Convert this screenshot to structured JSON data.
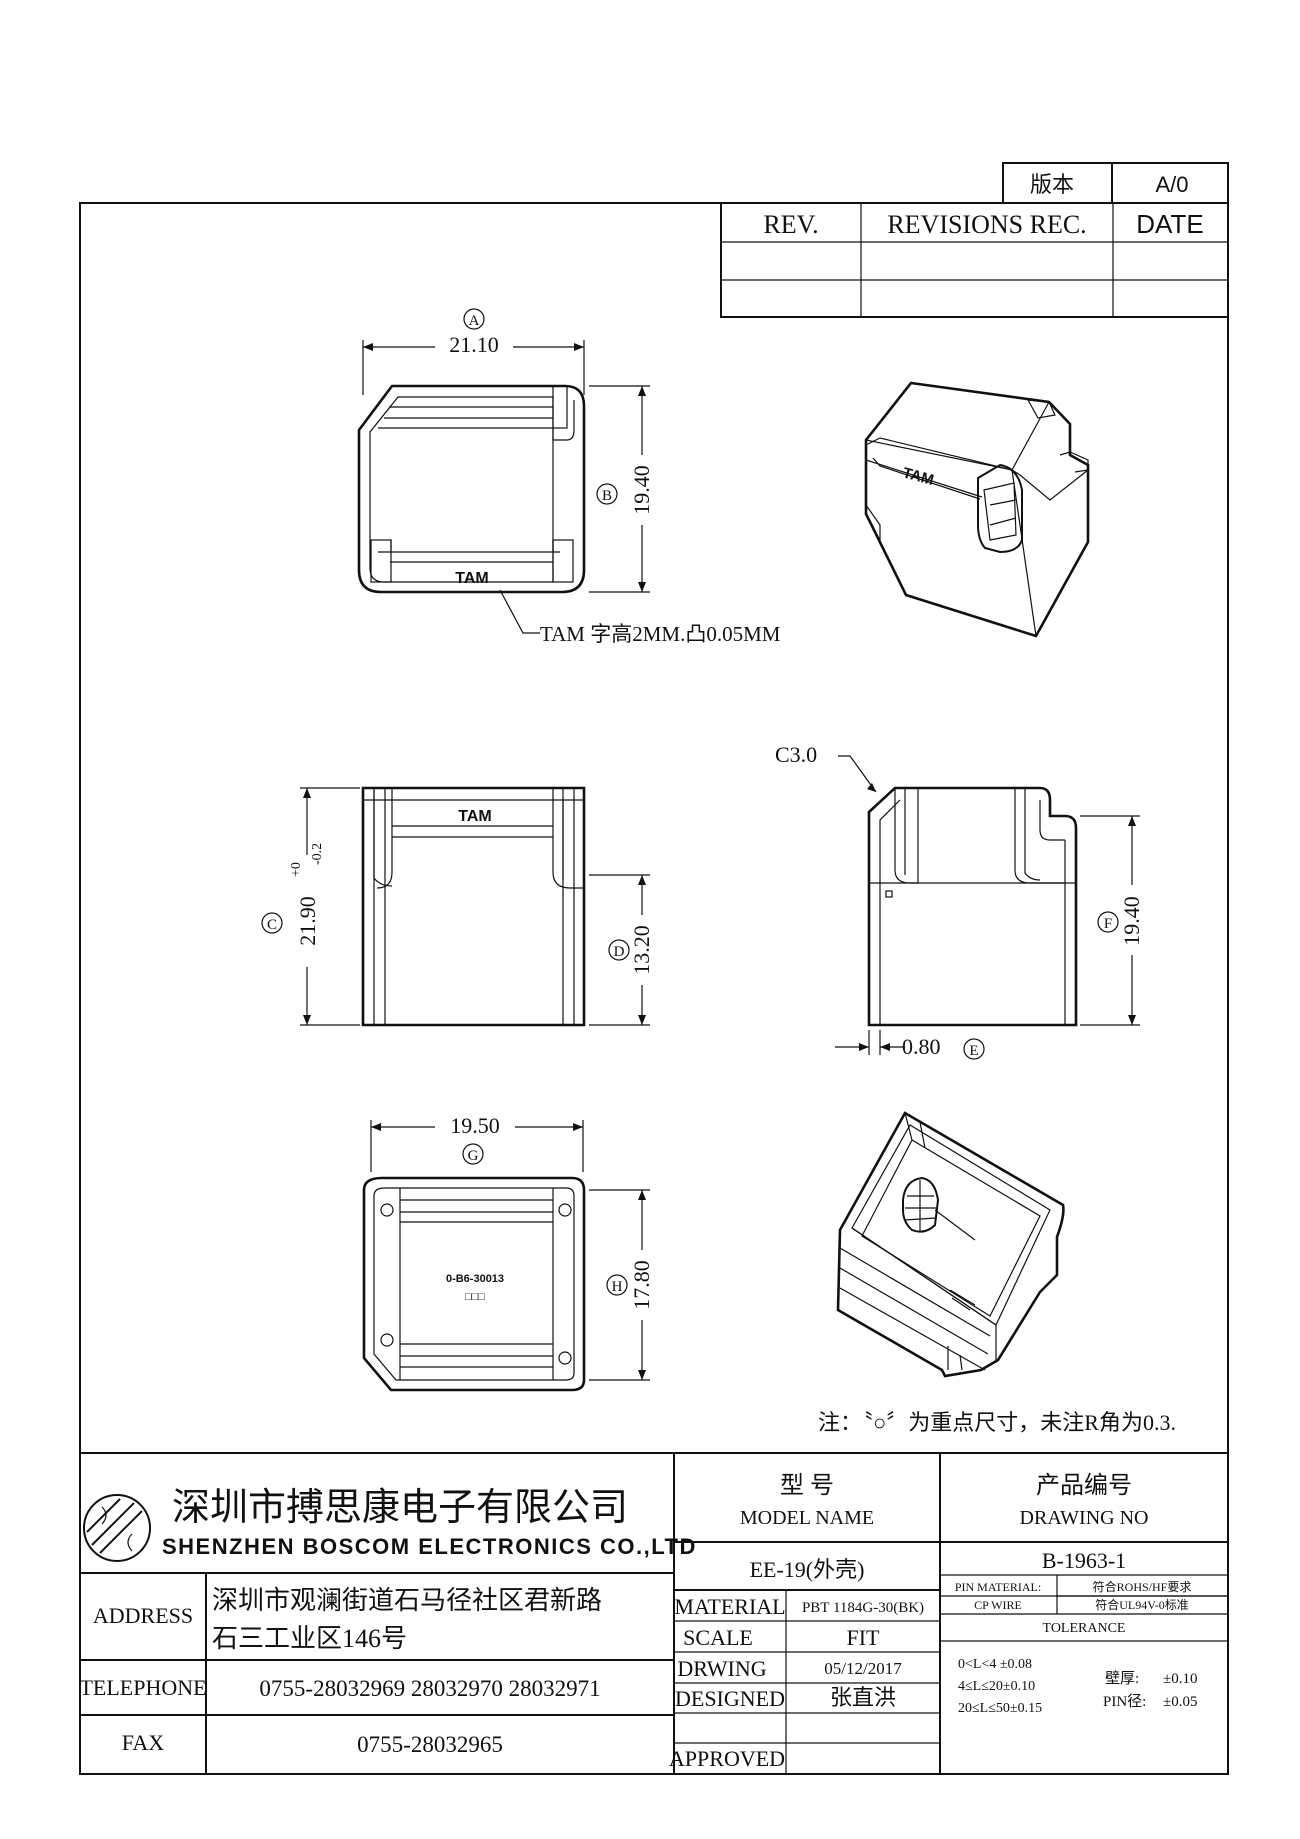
{
  "revision_box": {
    "version_label": "版本",
    "version_value": "A/0"
  },
  "revisions_table": {
    "col_rev": "REV.",
    "col_records": "REVISIONS REC.",
    "col_date": "DATE"
  },
  "top_view": {
    "dim_a_tag": "A",
    "dim_a_value": "21.10",
    "dim_b_tag": "B",
    "dim_b_value": "19.40",
    "marking": "TAM",
    "callout": "TAM 字高2MM.凸0.05MM"
  },
  "front_view": {
    "marking": "TAM",
    "dim_c_tag": "C",
    "dim_c_value": "21.90",
    "dim_c_tol_upper": "+0",
    "dim_c_tol_lower": "-0.2",
    "dim_d_tag": "D",
    "dim_d_value": "13.20"
  },
  "side_view": {
    "chamfer_label": "C3.0",
    "dim_f_tag": "F",
    "dim_f_value": "19.40",
    "dim_e_tag": "E",
    "dim_e_value": "0.80"
  },
  "bottom_view": {
    "dim_g_tag": "G",
    "dim_g_value": "19.50",
    "dim_h_tag": "H",
    "dim_h_value": "17.80",
    "part_code": "0-B6-30013",
    "code_marks": "□□□"
  },
  "iso_top": {
    "marking": "TAM"
  },
  "note": "注：〝○〞为重点尺寸，未注R角为0.3.",
  "title_block": {
    "company_cn": "深圳市搏思康电子有限公司",
    "company_en": "SHENZHEN BOSCOM ELECTRONICS CO.,LTD",
    "model_label_cn": "型      号",
    "model_label_en": "MODEL NAME",
    "drawing_label_cn": "产品编号",
    "drawing_label_en": "DRAWING NO",
    "model_value": "EE-19(外壳)",
    "drawing_value": "B-1963-1",
    "address_label": "ADDRESS",
    "address_line1": "深圳市观澜街道石马径社区君新路",
    "address_line2": "石三工业区146号",
    "telephone_label": "TELEPHONE",
    "telephone_value": "0755-28032969 28032970 28032971",
    "fax_label": "FAX",
    "fax_value": "0755-28032965",
    "material_label": "MATERIAL",
    "material_value": "PBT 1184G-30(BK)",
    "scale_label": "SCALE",
    "scale_value": "FIT",
    "drawing_date_label": "DRWING",
    "drawing_date_value": "05/12/2017",
    "designed_label": "DESIGNED",
    "designed_value": "张直洪",
    "approved_label": "APPROVED",
    "approved_value": "",
    "pin_material_label": "PIN MATERIAL:",
    "cp_wire_label": "CP WIRE",
    "rohs_note": "符合ROHS/HF要求",
    "ul_note": "符合UL94V-0标准",
    "tolerance_label": "TOLERANCE",
    "tol_1": "0<L<4    ±0.08",
    "tol_2": "4≤L≤20±0.10",
    "tol_3": "20≤L≤50±0.15",
    "wall_label": "壁厚:",
    "wall_value": "±0.10",
    "pin_dia_label": "PIN径:",
    "pin_dia_value": "±0.05"
  }
}
